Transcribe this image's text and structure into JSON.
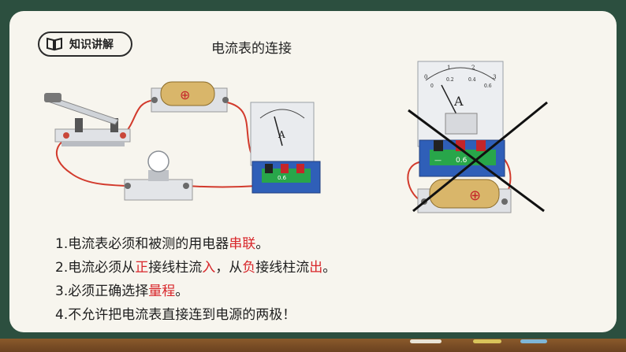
{
  "section_badge": {
    "label": "知识讲解",
    "icon": "book-icon"
  },
  "title": "电流表的连接",
  "ammeter": {
    "unit": "A",
    "scale_top": [
      "0",
      "1",
      "2",
      "3"
    ],
    "scale_bottom": [
      "0",
      "0.2",
      "0.4",
      "0.6"
    ],
    "terminal_label": "0.6",
    "minus_label": "—"
  },
  "battery_symbol": "⊕",
  "points": [
    {
      "parts": [
        {
          "t": "1.电流表必须和被测的用电器",
          "hl": false
        },
        {
          "t": "串联",
          "hl": true
        },
        {
          "t": "。",
          "hl": false
        }
      ]
    },
    {
      "parts": [
        {
          "t": "2.电流必须从",
          "hl": false
        },
        {
          "t": "正",
          "hl": true
        },
        {
          "t": "接线柱流",
          "hl": false
        },
        {
          "t": "入",
          "hl": true
        },
        {
          "t": "，从",
          "hl": false
        },
        {
          "t": "负",
          "hl": true
        },
        {
          "t": "接线柱流",
          "hl": false
        },
        {
          "t": "出",
          "hl": true
        },
        {
          "t": "。",
          "hl": false
        }
      ]
    },
    {
      "parts": [
        {
          "t": "3.必须正确选择",
          "hl": false
        },
        {
          "t": "量程",
          "hl": true
        },
        {
          "t": "。",
          "hl": false
        }
      ]
    },
    {
      "parts": [
        {
          "t": "4.不允许把电流表直接连到电源的两极！",
          "hl": false
        }
      ]
    }
  ],
  "colors": {
    "board": "#2c4f3f",
    "frame": "#f7f5ee",
    "highlight": "#d8262a",
    "wire": "#d23a2c",
    "ammeter_base": "#2f5fb8"
  }
}
